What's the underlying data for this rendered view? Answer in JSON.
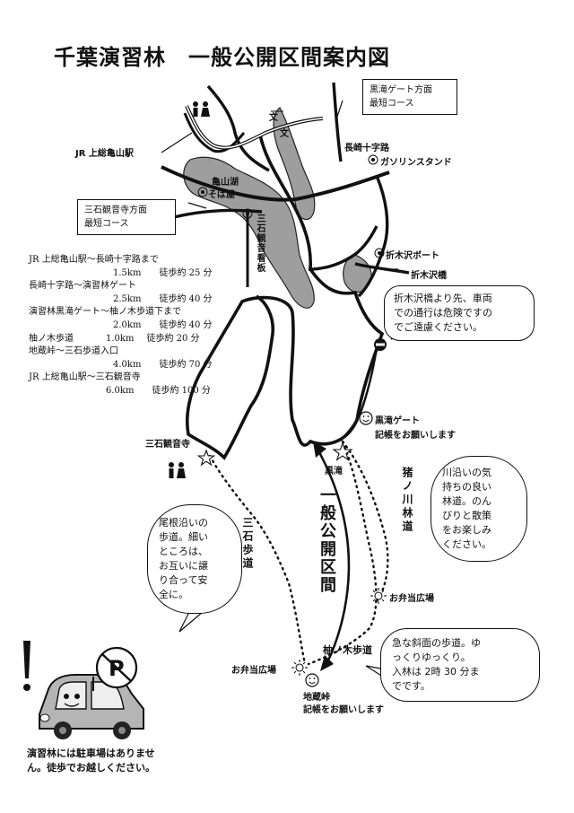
{
  "title": "千葉演習林　一般公開区間案内図",
  "places": {
    "jr_station": "JR 上総亀山駅",
    "lake": "亀山湖",
    "soba": "そば屋",
    "sanseki_sign": "三石観音看板",
    "nagasaki_crossing": "長崎十字路",
    "gas_station": "ガソリンスタンド",
    "origisawa_boat": "折木沢ボート",
    "origisawa_bridge": "折木沢橋",
    "kurotaki_gate": "黒滝ゲート",
    "kurotaki_gate_note": "記帳をお願いします",
    "kurotaki": "黒滝",
    "sanseki_temple": "三石観音寺",
    "obento_1": "お弁当広場",
    "obento_2": "お弁当広場",
    "yunoki_trail": "柚ノ木歩道",
    "jizo_pass": "地蔵峠",
    "jizo_note": "記帳をお願いします",
    "inoshigawa_road": "猪ノ川林道",
    "sanseki_trail": "三石歩道",
    "public_section": "一般公開区間",
    "bun1": "文",
    "bun2": "文"
  },
  "callouts": {
    "kurotaki_route": [
      "黒滝ゲート方面",
      "最短コース"
    ],
    "sanseki_route": [
      "三石観音寺方面",
      "最短コース"
    ],
    "origisawa_warning": [
      "折木沢橋より先、車両",
      "での通行は危険ですの",
      "でご遠慮ください。"
    ],
    "river_road": [
      "川沿いの気",
      "持ちの良い",
      "林道。のん",
      "びりと散策",
      "をお楽しみ",
      "ください。"
    ],
    "ridge_trail": [
      "尾根沿いの",
      "歩道。細い",
      "ところは、",
      "お互いに譲",
      "り合って安",
      "全に。"
    ],
    "steep_trail": [
      "急な斜面の歩道。ゆ",
      "っくりゆっくり。",
      "入林は 2時 30 分ま",
      "でです。"
    ]
  },
  "routes": [
    {
      "segment": "JR 上総亀山駅～長崎十字路まで",
      "distance": "1.5km",
      "time": "徒歩約 25 分"
    },
    {
      "segment": "長崎十字路～演習林ゲート",
      "distance": "2.5km",
      "time": "徒歩約 40 分"
    },
    {
      "segment": "演習林黒滝ゲート～柚ノ木歩道下まで",
      "distance": "2.0km",
      "time": "徒歩約 40 分"
    },
    {
      "segment": "柚ノ木歩道",
      "distance": "1.0km",
      "time": "徒歩約 20 分",
      "inline": true
    },
    {
      "segment": "地蔵峠～三石歩道入口",
      "distance": "4.0km",
      "time": "徒歩約 70 分"
    },
    {
      "segment": "JR 上総亀山駅～三石観音寺",
      "distance": "6.0km",
      "time": "徒歩約 100 分"
    }
  ],
  "parking_note": [
    "演習林には駐車場はありませ",
    "ん。徒歩でお越しください。"
  ]
}
